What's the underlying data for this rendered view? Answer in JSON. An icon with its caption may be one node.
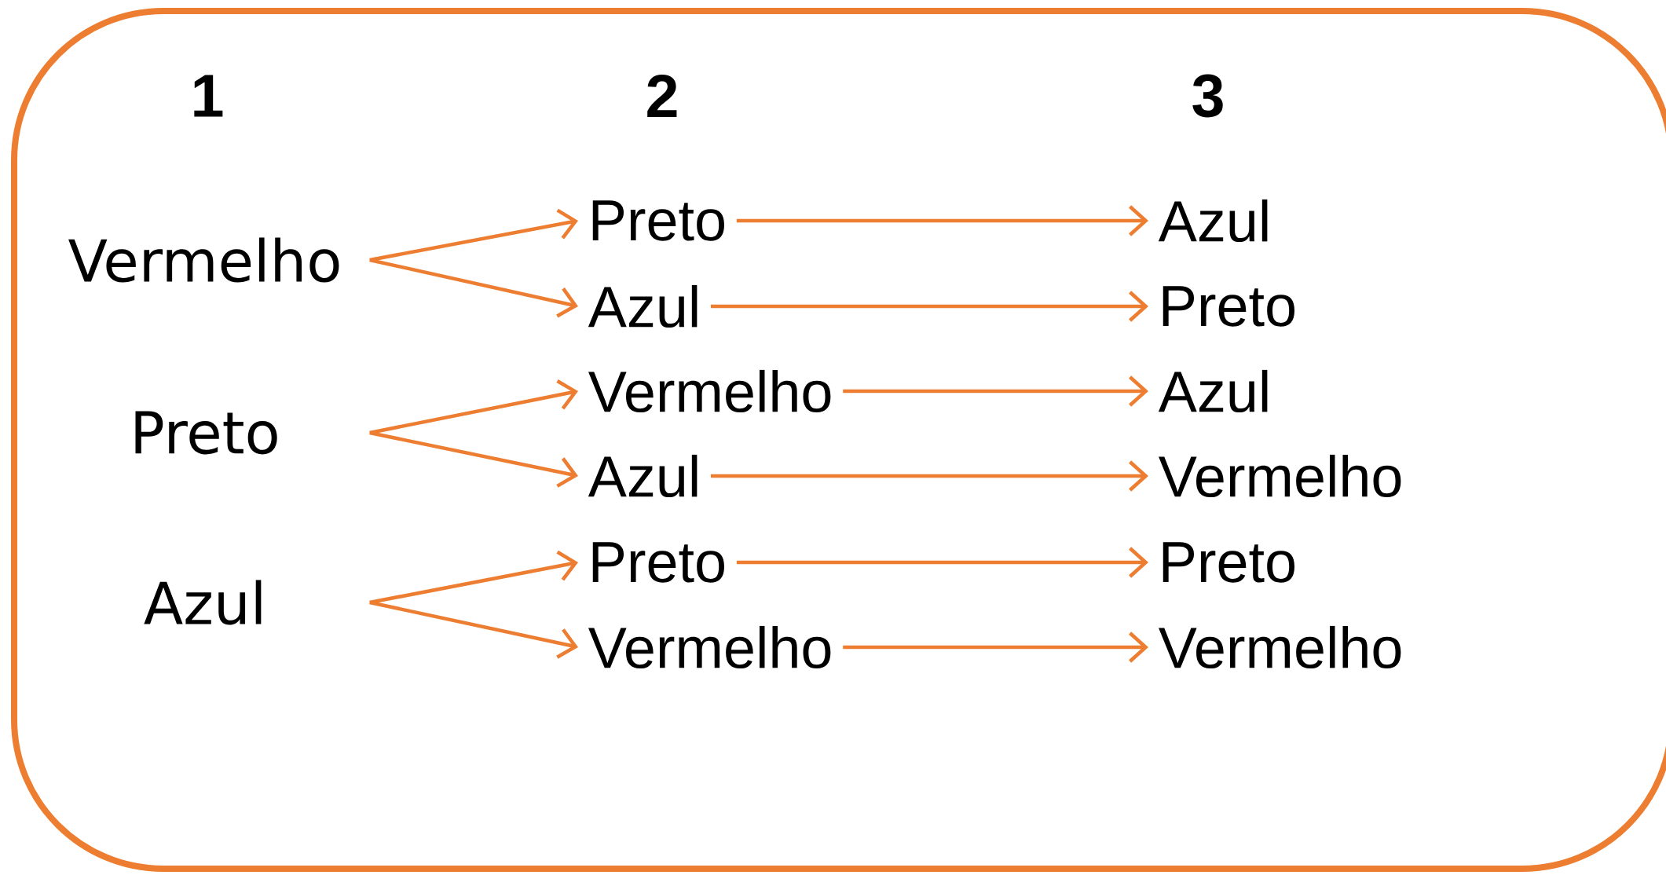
{
  "diagram": {
    "nodes": [
      {
        "text": [
          "Vermelho"
        ]
      },
      {
        "text": [
          "Preto"
        ]
      },
      {
        "text": [
          "Azul"
        ]
      },
      {
        "text": [
          "Preto"
        ]
      },
      {
        "text": [
          "Azul"
        ]
      },
      {
        "text": [
          "Vermelho"
        ]
      },
      {
        "text": [
          "Azul"
        ]
      },
      {
        "text": [
          "Preto"
        ]
      },
      {
        "text": [
          "Vermelho"
        ]
      },
      {
        "text": [
          "Azul"
        ]
      },
      {
        "text": [
          "Preto"
        ]
      },
      {
        "text": [
          "Azul"
        ]
      },
      {
        "text": [
          "Vermelho"
        ]
      },
      {
        "text": [
          "Preto"
        ]
      },
      {
        "text": [
          "Vermelho"
        ]
      }
    ],
    "edges": [
      {
        "from": 0,
        "to": 3,
        "arrow": "to"
      },
      {
        "from": 0,
        "to": 4,
        "arrow": "to"
      },
      {
        "from": 1,
        "to": 5,
        "arrow": "to"
      },
      {
        "from": 1,
        "to": 6,
        "arrow": "to"
      },
      {
        "from": 2,
        "to": 7,
        "arrow": "to"
      },
      {
        "from": 2,
        "to": 8,
        "arrow": "to"
      },
      {
        "from": 3,
        "to": 9,
        "arrow": "to"
      },
      {
        "from": 4,
        "to": 10,
        "arrow": "to"
      },
      {
        "from": 5,
        "to": 11,
        "arrow": "to"
      },
      {
        "from": 6,
        "to": 12,
        "arrow": "to"
      },
      {
        "from": 7,
        "to": 13,
        "arrow": "to"
      },
      {
        "from": 8,
        "to": 14,
        "arrow": "to"
      }
    ],
    "labels": [
      "1",
      "2",
      "3"
    ]
  }
}
